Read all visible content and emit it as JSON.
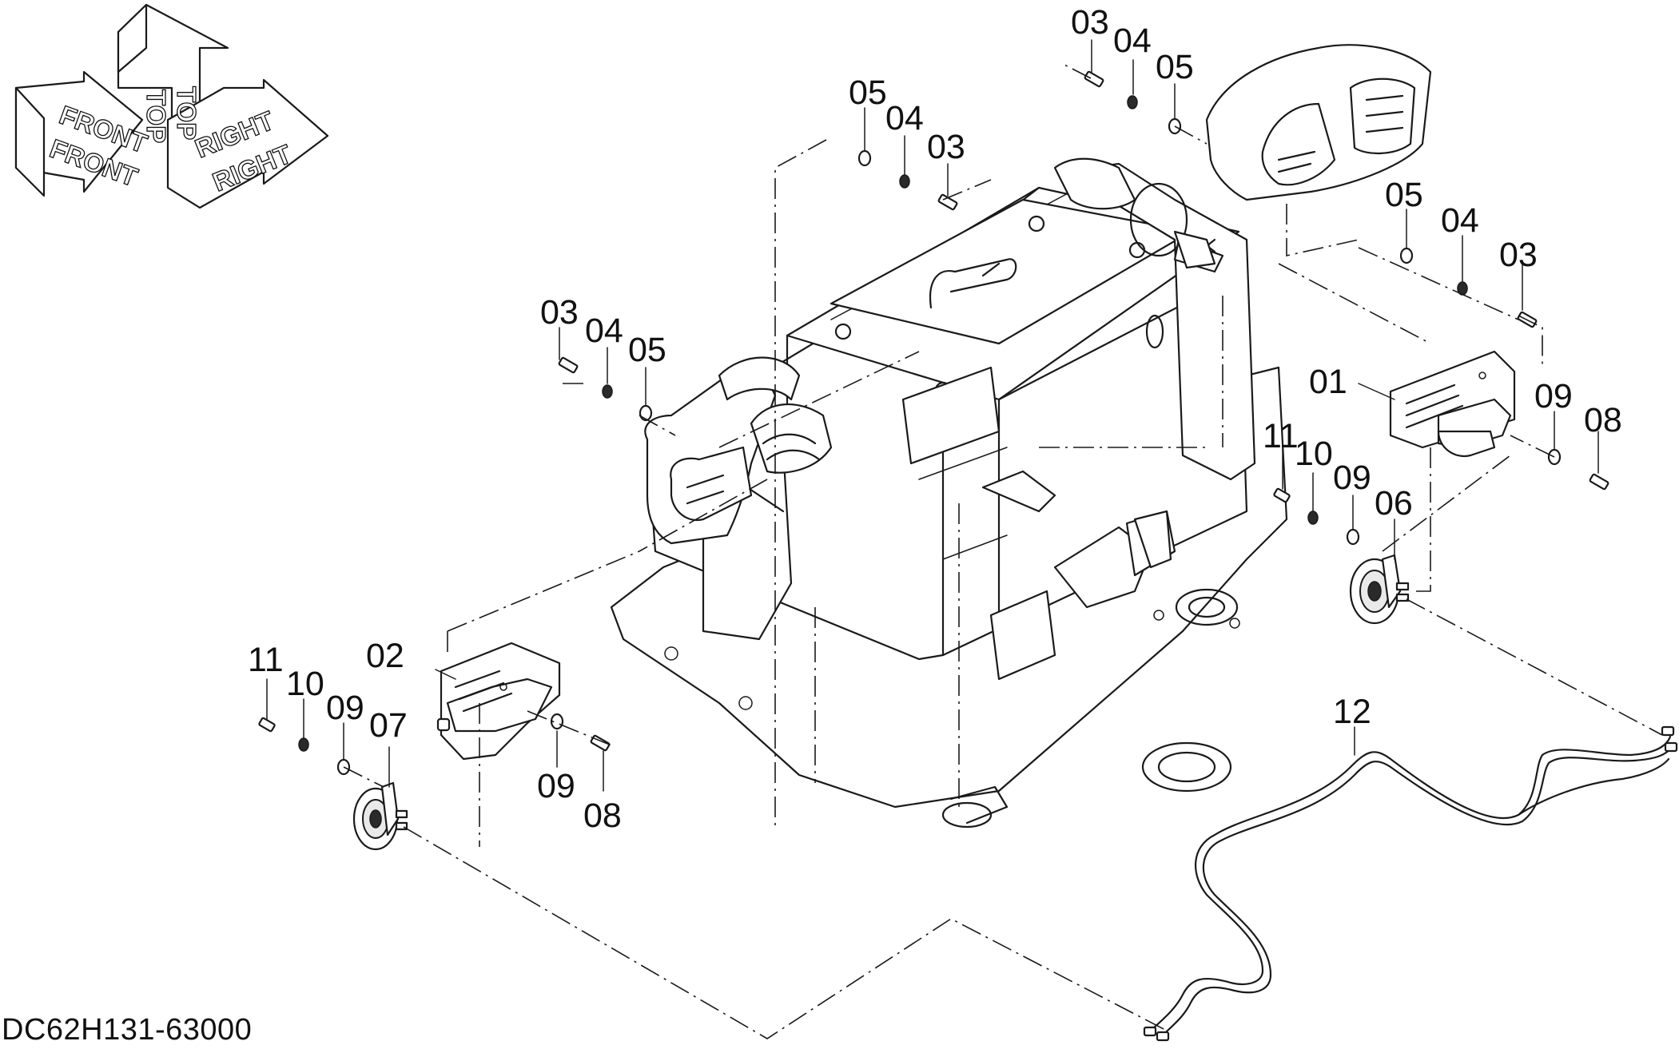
{
  "drawing_number": "DC62H131-63000",
  "orientation_labels": {
    "front_upper": "FRONT",
    "front_lower": "FRONT",
    "top_upper": "TOP",
    "top_lower": "TOP",
    "right_upper": "RIGHT",
    "right_lower": "RIGHT"
  },
  "callouts": {
    "c1_03": "03",
    "c1_04": "04",
    "c1_05": "05",
    "c2_05": "05",
    "c2_04": "04",
    "c2_03": "03",
    "c3_03": "03",
    "c3_04": "04",
    "c3_05": "05",
    "c4_05": "05",
    "c4_04": "04",
    "c4_03": "03",
    "c_01": "01",
    "c5_09": "09",
    "c5_08": "08",
    "c6_11": "11",
    "c6_10": "10",
    "c6_09": "09",
    "c6_06": "06",
    "c_02": "02",
    "c7_11": "11",
    "c7_10": "10",
    "c7_09": "09",
    "c7_07": "07",
    "c8_09": "09",
    "c8_08": "08",
    "c_12": "12"
  }
}
